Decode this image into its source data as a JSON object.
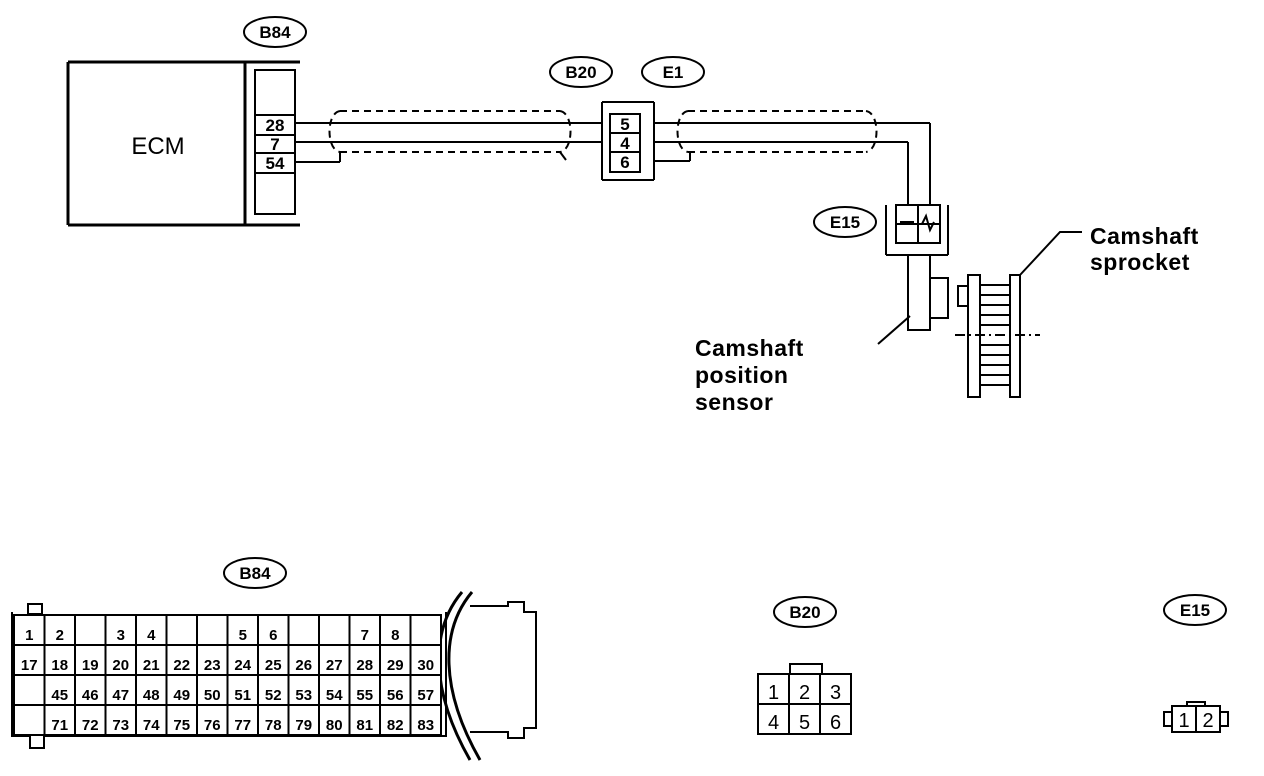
{
  "ecm_label": "ECM",
  "connectors": {
    "b84_top": "B84",
    "b20_top": "B20",
    "e1_top": "E1",
    "e15_top": "E15",
    "b84_bottom": "B84",
    "b20_bottom": "B20",
    "e15_bottom": "E15"
  },
  "ecm_pins": [
    "28",
    "7",
    "54"
  ],
  "junction_pins": [
    "5",
    "4",
    "6"
  ],
  "sensor_label": [
    "Camshaft",
    "position",
    "sensor"
  ],
  "sprocket_label": [
    "Camshaft",
    "sprocket"
  ],
  "b84_face": {
    "row1": [
      "1",
      "2",
      "",
      "3",
      "4",
      "",
      "",
      "5",
      "6",
      "",
      "",
      "7",
      "8",
      ""
    ],
    "row2": [
      "17",
      "18",
      "19",
      "20",
      "21",
      "22",
      "23",
      "24",
      "25",
      "26",
      "27",
      "28",
      "29",
      "30"
    ],
    "row3": [
      "",
      "45",
      "46",
      "47",
      "48",
      "49",
      "50",
      "51",
      "52",
      "53",
      "54",
      "55",
      "56",
      "57"
    ],
    "row4": [
      "",
      "71",
      "72",
      "73",
      "74",
      "75",
      "76",
      "77",
      "78",
      "79",
      "80",
      "81",
      "82",
      "83"
    ]
  },
  "b20_face": [
    [
      "1",
      "2",
      "3"
    ],
    [
      "4",
      "5",
      "6"
    ]
  ],
  "e15_face": [
    "1",
    "2"
  ]
}
